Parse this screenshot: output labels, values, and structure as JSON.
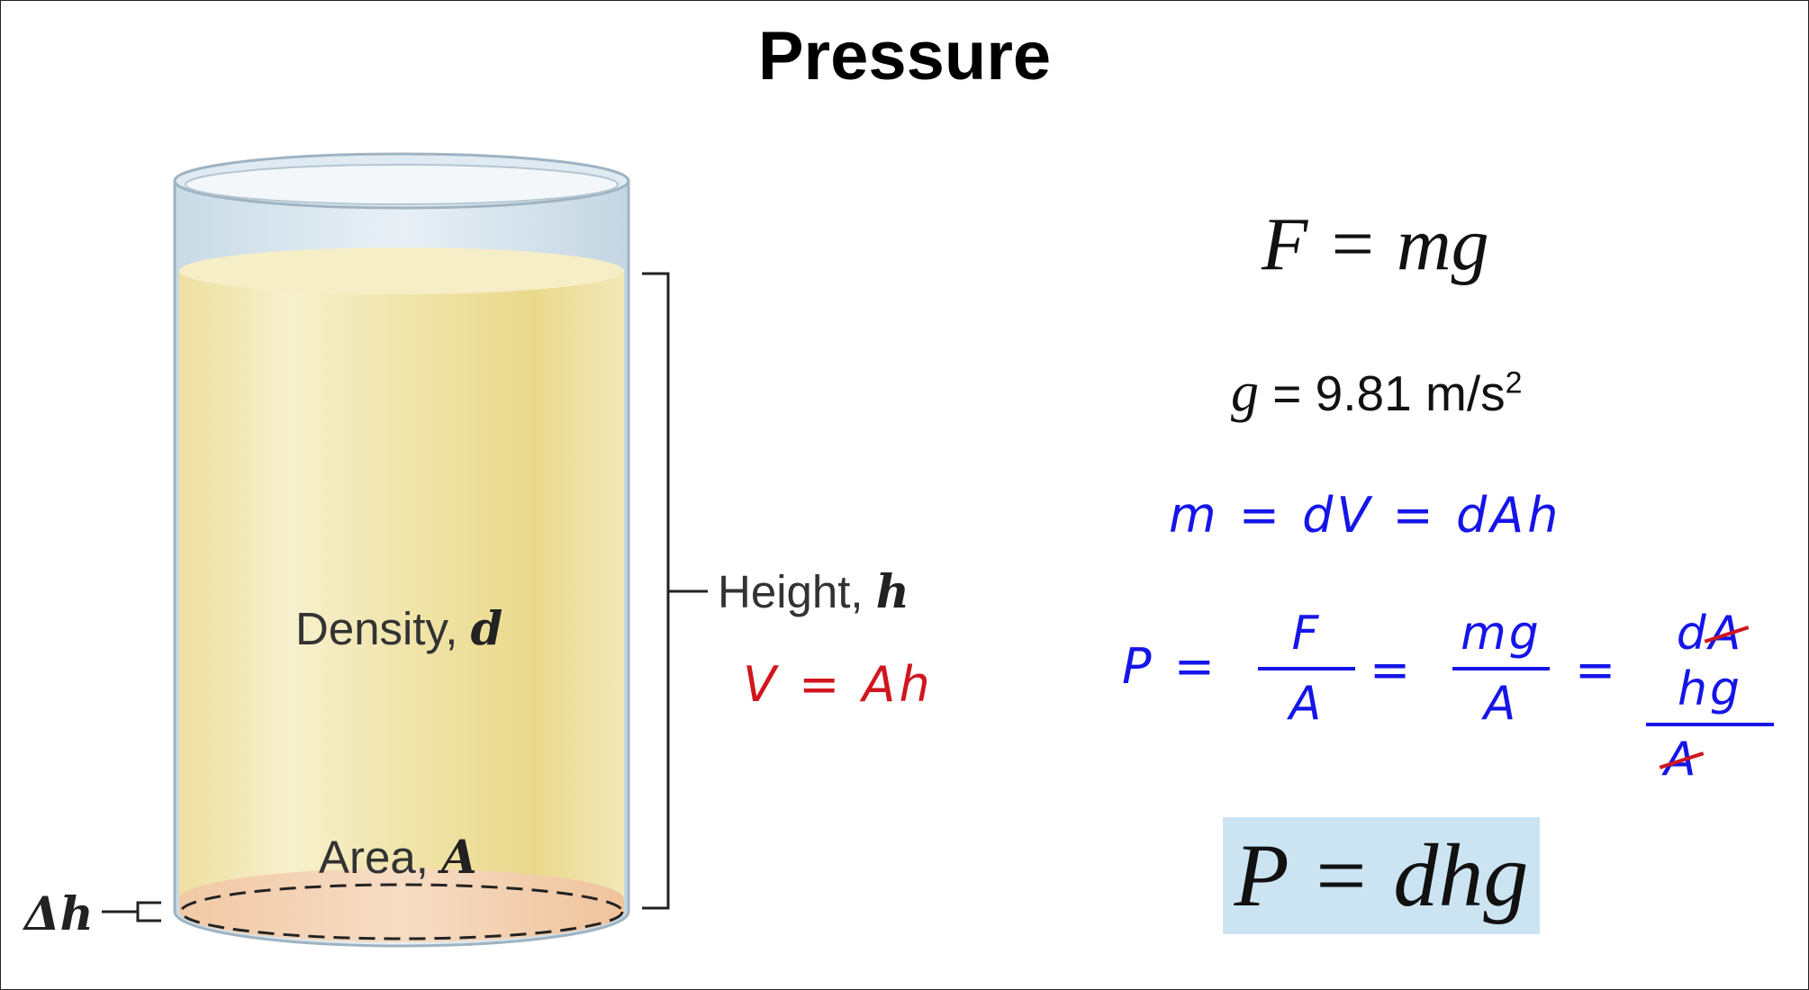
{
  "title": "Pressure",
  "diagram": {
    "density_label": "Density, ",
    "density_symbol": "d",
    "height_label": "Height, ",
    "height_symbol": "h",
    "area_label": "Area, ",
    "area_symbol": "A",
    "delta_h": "Δh",
    "volume_note": "V = Ah"
  },
  "equations": {
    "force": "F = mg",
    "gravity_symbol": "g",
    "gravity_value": " = 9.81 m/s",
    "gravity_exp": "2",
    "mass": "m = dV = dAh",
    "pressure_lhs": "P =",
    "frac1_num": "F",
    "frac1_den": "A",
    "eq2": "=",
    "frac2_num": "mg",
    "frac2_den": "A",
    "eq3": "=",
    "frac3_num_pre": "d",
    "frac3_num_strike": "A",
    "frac3_num_post": "hg",
    "frac3_den": "A",
    "result": "P = dhg"
  },
  "colors": {
    "handwriting_blue": "#1515e8",
    "handwriting_red": "#d0161e",
    "liquid": "#f1e6a8",
    "result_box": "#cce4f2"
  }
}
